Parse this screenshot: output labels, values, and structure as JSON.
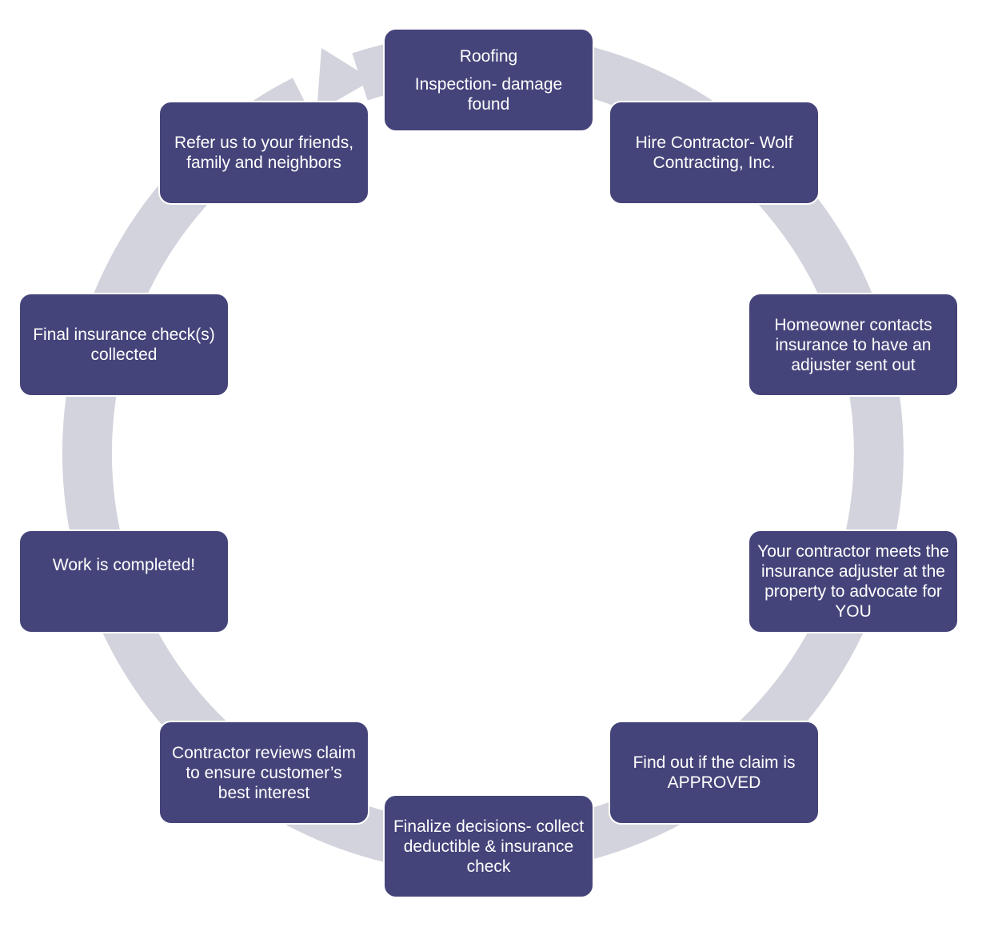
{
  "diagram": {
    "colors": {
      "box_fill": "#45447a",
      "box_text": "#ffffff",
      "ring": "#d2d3dc"
    },
    "steps": [
      {
        "title": "Roofing",
        "text": "Inspection- damage found"
      },
      {
        "text": "Hire Contractor- Wolf Contracting, Inc."
      },
      {
        "text": "Homeowner contacts insurance to have an adjuster sent out"
      },
      {
        "text": "Your contractor meets the insurance adjuster at the property to advocate for YOU"
      },
      {
        "text": "Find out if the claim is APPROVED"
      },
      {
        "text": "Finalize decisions- collect deductible & insurance check"
      },
      {
        "text": "Contractor reviews claim to ensure customer’s best interest"
      },
      {
        "text": "Work is completed!"
      },
      {
        "text": "Final insurance check(s) collected"
      },
      {
        "text": "Refer us to your friends, family and neighbors"
      }
    ]
  }
}
